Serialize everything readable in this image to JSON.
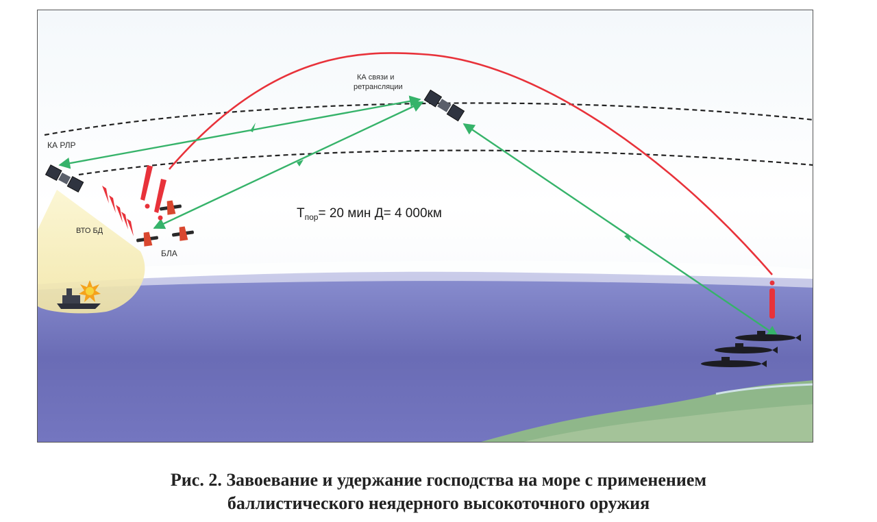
{
  "figure": {
    "labels": {
      "relay_sat_line1": "КА связи и",
      "relay_sat_line2": "ретрансляции",
      "radar_sat": "КА РЛР",
      "weapon": "ВТО БД",
      "uav": "БЛА"
    },
    "formula": {
      "t_symbol": "Т",
      "t_subscript": "пор",
      "t_value": "= 20 мин",
      "range": "Д= 4 000км"
    },
    "colors": {
      "trajectory": "#e8323a",
      "link": "#36b36a",
      "sea": "#6a6cb5",
      "land": "#8fb78a",
      "beam": "#f4eab0"
    },
    "icons": [
      "satellite-icon",
      "satellite-icon",
      "missile-icon",
      "uav-icon",
      "ship-icon",
      "explosion-icon",
      "submarine-icon"
    ]
  },
  "caption": {
    "line1": "Рис. 2. Завоевание и удержание господства на море с применением",
    "line2": "баллистического неядерного высокоточного оружия"
  }
}
